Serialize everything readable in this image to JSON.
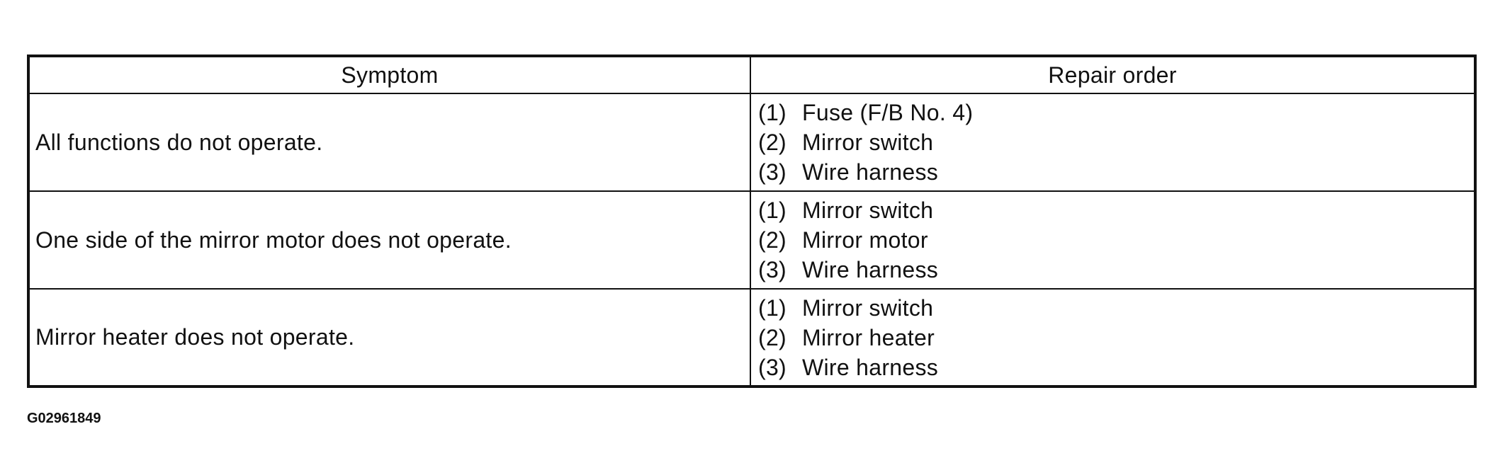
{
  "table": {
    "headers": {
      "symptom": "Symptom",
      "repair_order": "Repair order"
    },
    "rows": [
      {
        "symptom": "All functions do not operate.",
        "repairs": [
          {
            "num": "(1)",
            "text": "Fuse (F/B No. 4)"
          },
          {
            "num": "(2)",
            "text": "Mirror switch"
          },
          {
            "num": "(3)",
            "text": "Wire harness"
          }
        ]
      },
      {
        "symptom": "One side of the mirror motor does not operate.",
        "repairs": [
          {
            "num": "(1)",
            "text": "Mirror switch"
          },
          {
            "num": "(2)",
            "text": "Mirror motor"
          },
          {
            "num": "(3)",
            "text": "Wire harness"
          }
        ]
      },
      {
        "symptom": "Mirror heater does not operate.",
        "repairs": [
          {
            "num": "(1)",
            "text": "Mirror switch"
          },
          {
            "num": "(2)",
            "text": "Mirror heater"
          },
          {
            "num": "(3)",
            "text": "Wire harness"
          }
        ]
      }
    ]
  },
  "figure_code": "G02961849"
}
